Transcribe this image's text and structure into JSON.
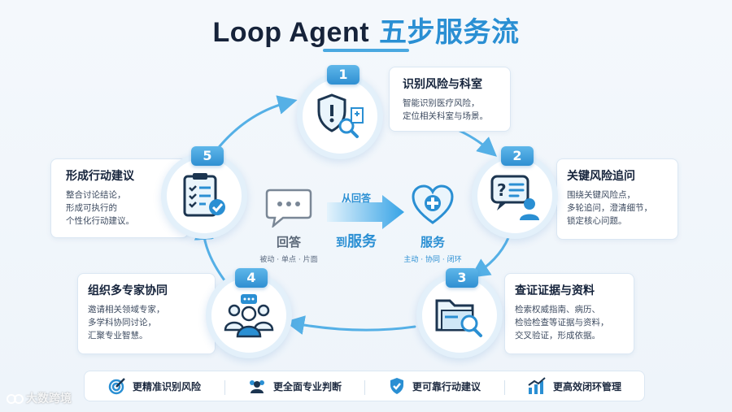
{
  "title": {
    "en": "Loop Agent",
    "cn": "五步服务流"
  },
  "steps": [
    {
      "num": "1",
      "title": "识别风险与科室",
      "desc": "智能识别医疗风险，\n定位相关科室与场景。"
    },
    {
      "num": "2",
      "title": "关键风险追问",
      "desc": "围绕关键风险点，\n多轮追问，澄清细节，\n锁定核心问题。"
    },
    {
      "num": "3",
      "title": "查证证据与资料",
      "desc": "检索权威指南、病历、\n检验检查等证据与资料，\n交叉验证，形成依据。"
    },
    {
      "num": "4",
      "title": "组织多专家协同",
      "desc": "邀请相关领域专家，\n多学科协同讨论，\n汇聚专业智慧。"
    },
    {
      "num": "5",
      "title": "形成行动建议",
      "desc": "整合讨论结论，\n形成可执行的\n个性化行动建议。"
    }
  ],
  "center": {
    "left_label": "回答",
    "left_sub": "被动 · 单点 · 片面",
    "arrow_top": "从回答",
    "arrow_bottom_prefix": "到",
    "arrow_bottom_em": "服务",
    "right_label": "服务",
    "right_sub": "主动 · 协同 · 闭环"
  },
  "benefits": [
    {
      "icon": "target-icon",
      "label": "更精准识别风险"
    },
    {
      "icon": "team-icon",
      "label": "更全面专业判断"
    },
    {
      "icon": "shield-check-icon",
      "label": "更可靠行动建议"
    },
    {
      "icon": "growth-chart-icon",
      "label": "更高效闭环管理"
    }
  ],
  "watermark": "大数跨境",
  "colors": {
    "accent": "#2a8fd3",
    "accent_light": "#5fb7ea",
    "dark": "#15233b"
  }
}
